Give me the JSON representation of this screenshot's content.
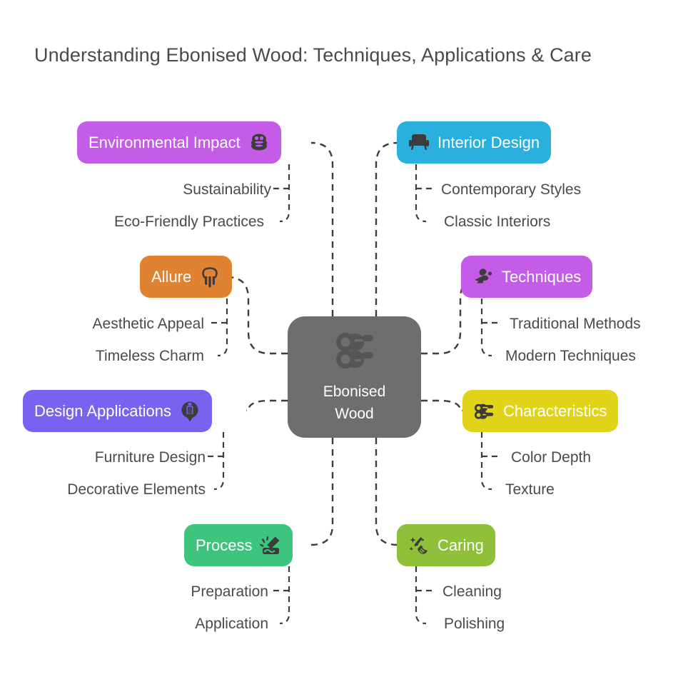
{
  "title": "Understanding Ebonised Wood: Techniques, Applications & Care",
  "central": {
    "line1": "Ebonised",
    "line2": "Wood",
    "icon": "wood-logs-icon",
    "color": "#6e6e6e"
  },
  "branches": [
    {
      "id": "environmental-impact",
      "label": "Environmental Impact",
      "color": "#c45ce8",
      "icon": "stacked-coins-icon",
      "icon_side": "right",
      "children": [
        "Sustainability",
        "Eco-Friendly Practices"
      ]
    },
    {
      "id": "interior-design",
      "label": "Interior Design",
      "color": "#29b0dd",
      "icon": "sofa-icon",
      "icon_side": "left",
      "children": [
        "Contemporary Styles",
        "Classic Interiors"
      ]
    },
    {
      "id": "allure",
      "label": "Allure",
      "color": "#df8333",
      "icon": "drip-shape-icon",
      "icon_side": "right",
      "children": [
        "Aesthetic Appeal",
        "Timeless Charm"
      ]
    },
    {
      "id": "techniques",
      "label": "Techniques",
      "color": "#c45ce8",
      "icon": "wood-chips-icon",
      "icon_side": "left",
      "children": [
        "Traditional Methods",
        "Modern Techniques"
      ]
    },
    {
      "id": "design-applications",
      "label": "Design Applications",
      "color": "#7b61ef",
      "icon": "lantern-icon",
      "icon_side": "right",
      "children": [
        "Furniture Design",
        "Decorative Elements"
      ]
    },
    {
      "id": "characteristics",
      "label": "Characteristics",
      "color": "#e0d318",
      "icon": "wood-logs-small-icon",
      "icon_side": "left",
      "children": [
        "Color Depth",
        "Texture"
      ]
    },
    {
      "id": "process",
      "label": "Process",
      "color": "#3fc47e",
      "icon": "carving-tool-icon",
      "icon_side": "right",
      "children": [
        "Preparation",
        "Application"
      ]
    },
    {
      "id": "caring",
      "label": "Caring",
      "color": "#8ec03a",
      "icon": "broom-sparkle-icon",
      "icon_side": "left",
      "children": [
        "Cleaning",
        "Polishing"
      ]
    }
  ],
  "colors": {
    "background": "#ffffff",
    "title_text": "#4a4a4a",
    "sub_text": "#4a4a4a",
    "connector": "#3c3c3c"
  }
}
